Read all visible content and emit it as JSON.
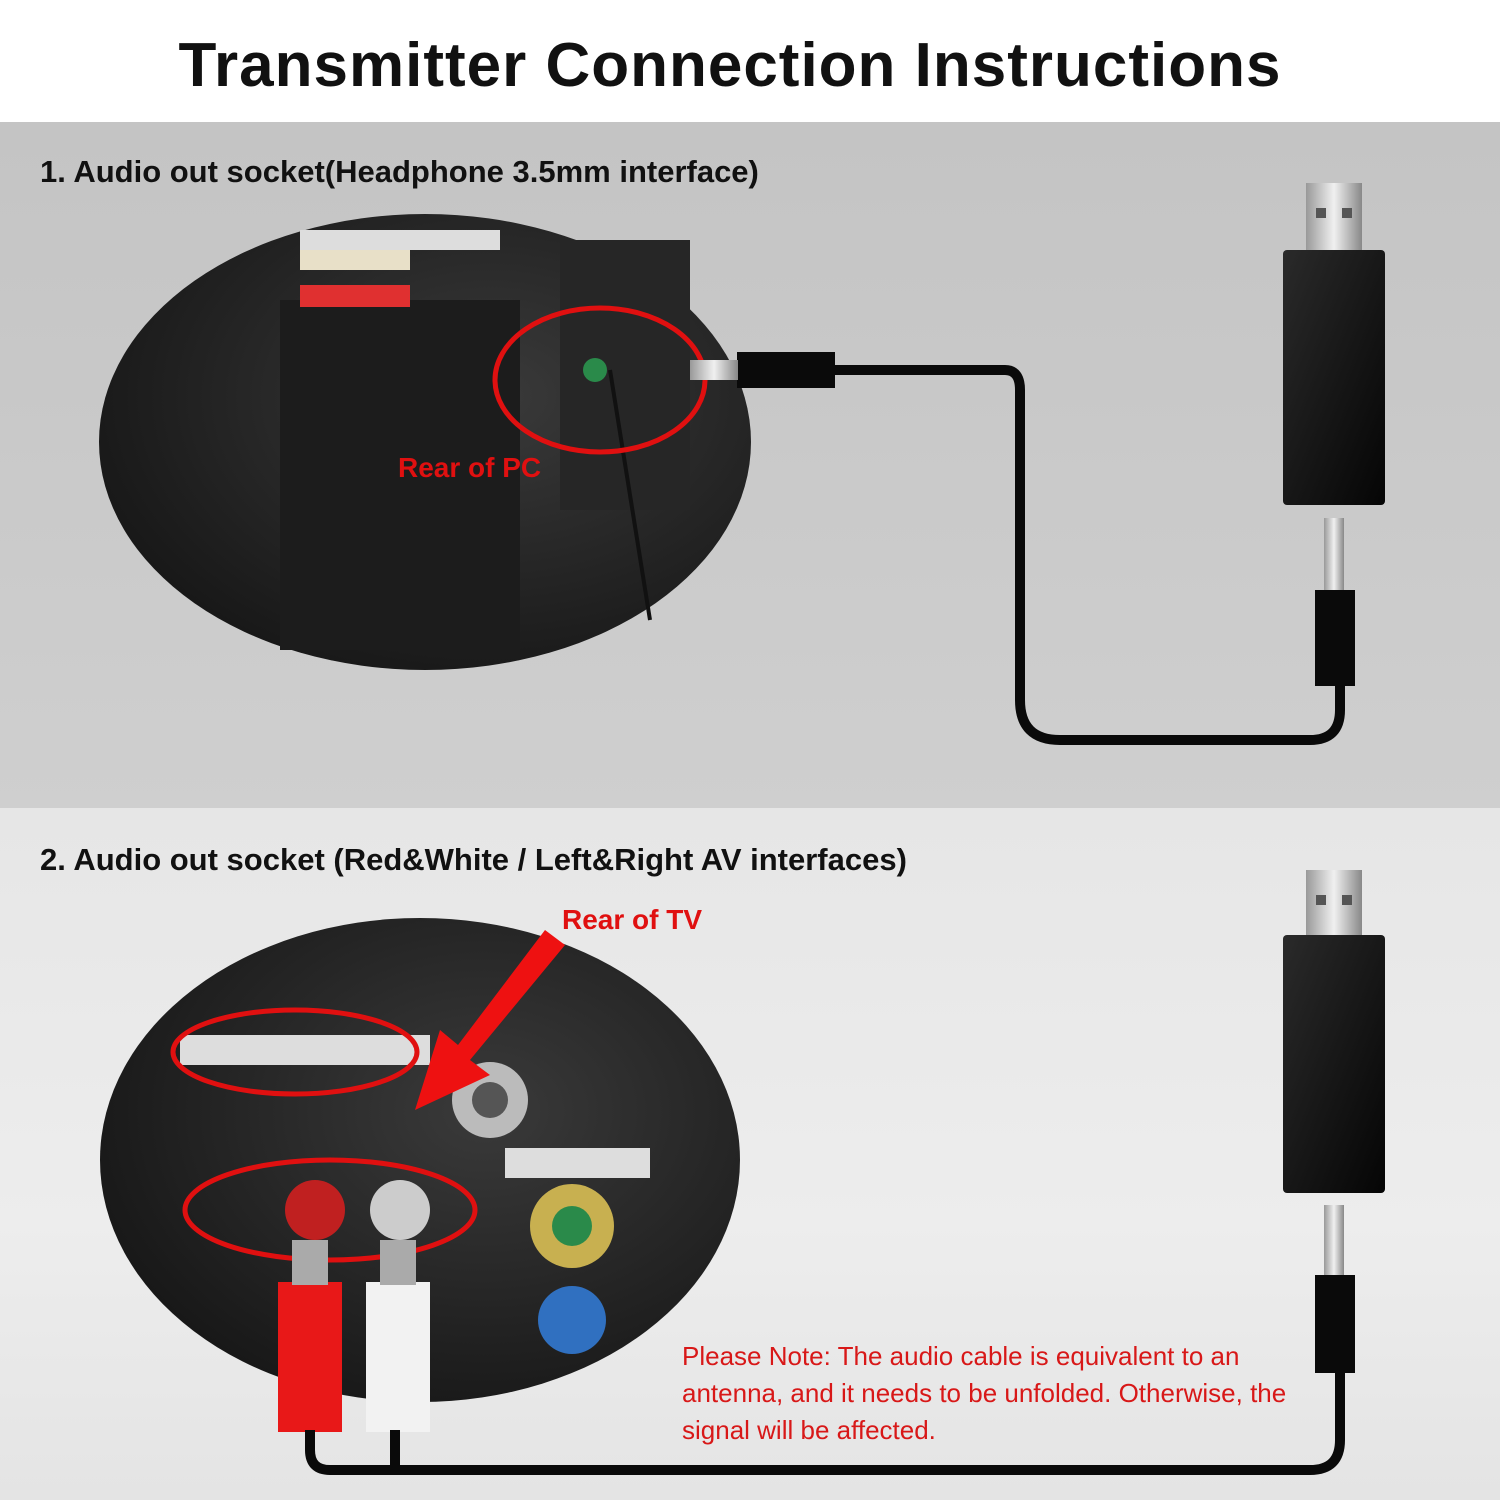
{
  "title": "Transmitter Connection Instructions",
  "section1": {
    "heading": "1. Audio out socket(Headphone 3.5mm interface)",
    "photo_label": "Rear of PC"
  },
  "section2": {
    "heading": "2. Audio out socket (Red&White / Left&Right AV interfaces)",
    "photo_label": "Rear of TV",
    "note": "Please Note: The audio cable is equivalent to an antenna, and it needs to be unfolded. Otherwise, the signal will be affected."
  },
  "colors": {
    "accent_red": "#e01010",
    "cable": "#0a0a0a",
    "section1_bg": "#c9c9c9",
    "section2_bg": "#ebebeb"
  }
}
